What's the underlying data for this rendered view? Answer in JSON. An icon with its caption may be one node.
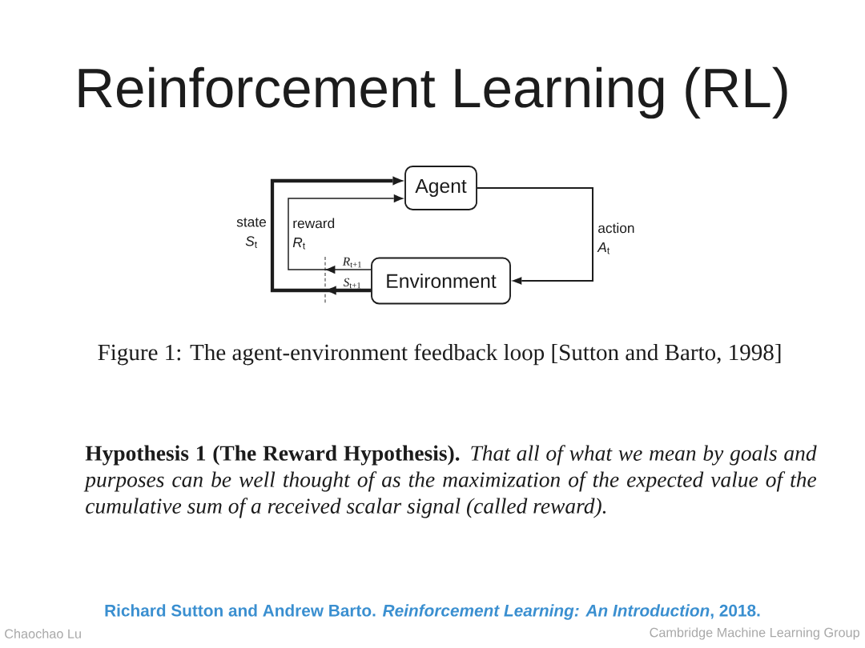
{
  "diagram": {
    "title": "Reinforcement Learning (RL)",
    "caption": "Figure 1: The agent-environment feedback loop [Sutton and Barto, 1998]",
    "nodes": [
      {
        "text": [
          "Agent"
        ]
      },
      {
        "text": [
          "Environment"
        ]
      }
    ],
    "edges": [
      {
        "from": 0,
        "to": 1,
        "arrow": "to",
        "label": "action *A*$_{t}$"
      },
      {
        "from": 1,
        "to": 0,
        "arrow": "to",
        "label": "state *S*$_{t}$",
        "style": "thick"
      },
      {
        "from": 1,
        "to": 0,
        "arrow": "to",
        "label": "reward *R*$_{t}$"
      }
    ],
    "labels": [
      "*R*$_{t+1}$",
      "*S*$_{t+1}$",
      "**Hypothesis 1 (The Reward Hypothesis).** *That all of what we mean by goals and purposes can be well thought of as the maximization of the expected value of the cumulative sum of a received scalar signal (called reward).*",
      "Richard Sutton and Andrew Barto. *Reinforcement Learning: An Introduction*, 2018.",
      "Chaochao Lu",
      "Cambridge Machine Learning Group"
    ]
  }
}
